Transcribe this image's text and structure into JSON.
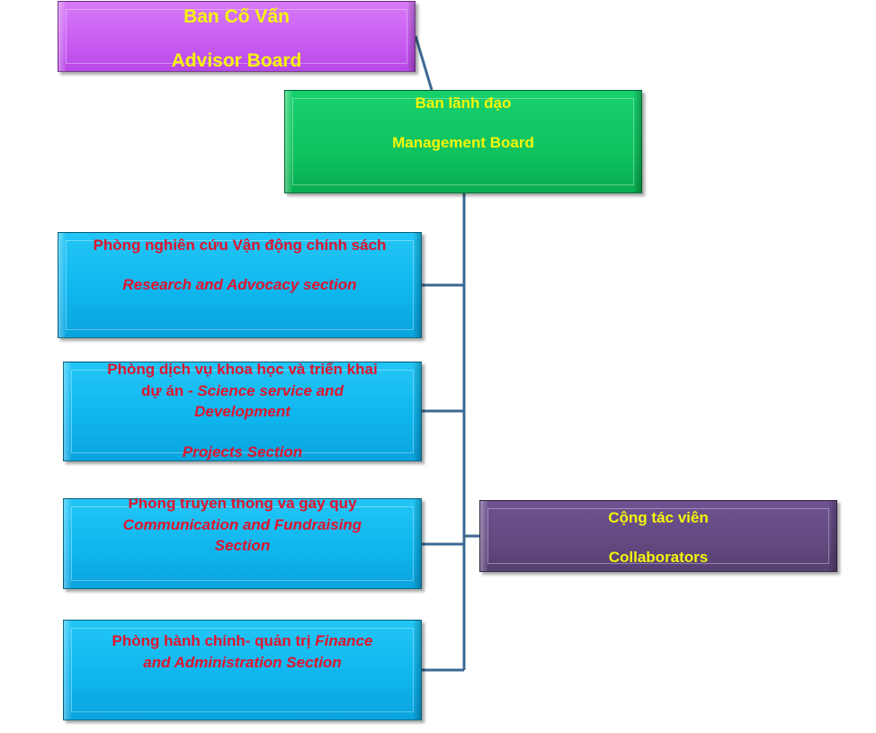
{
  "advisor": {
    "line1": "Ban Cố Vấn",
    "line2": "Advisor Board",
    "color": "#c85cf2"
  },
  "management": {
    "line1": "Ban lãnh đạo",
    "line2": "Management Board",
    "color": "#0fc35f"
  },
  "research": {
    "line1": "Phòng nghiên cứu Vận động chính sách",
    "line2": "Research and Advocacy section"
  },
  "science": {
    "line1": "Phòng dịch vụ khoa học và  triển khai",
    "line2a": "dự án - ",
    "line2b": "Science service and",
    "line3": "Development",
    "line4": "Projects Section"
  },
  "communication": {
    "line1": "Phòng truyền thông và gây quỹ",
    "line2": "Communication and Fundraising",
    "line3": "Section"
  },
  "finance": {
    "line1a": "Phòng hành chính- quản trị ",
    "line1b": "Finance",
    "line2": "and Administration Section"
  },
  "collaborators": {
    "line1": "Cộng tác viên",
    "line2": "Collaborators",
    "color": "#62497f"
  },
  "colors": {
    "section_fill": "#0fb6ee",
    "section_text": "#e0142d",
    "board_text": "#f5f50a",
    "connector": "#3b6892"
  }
}
